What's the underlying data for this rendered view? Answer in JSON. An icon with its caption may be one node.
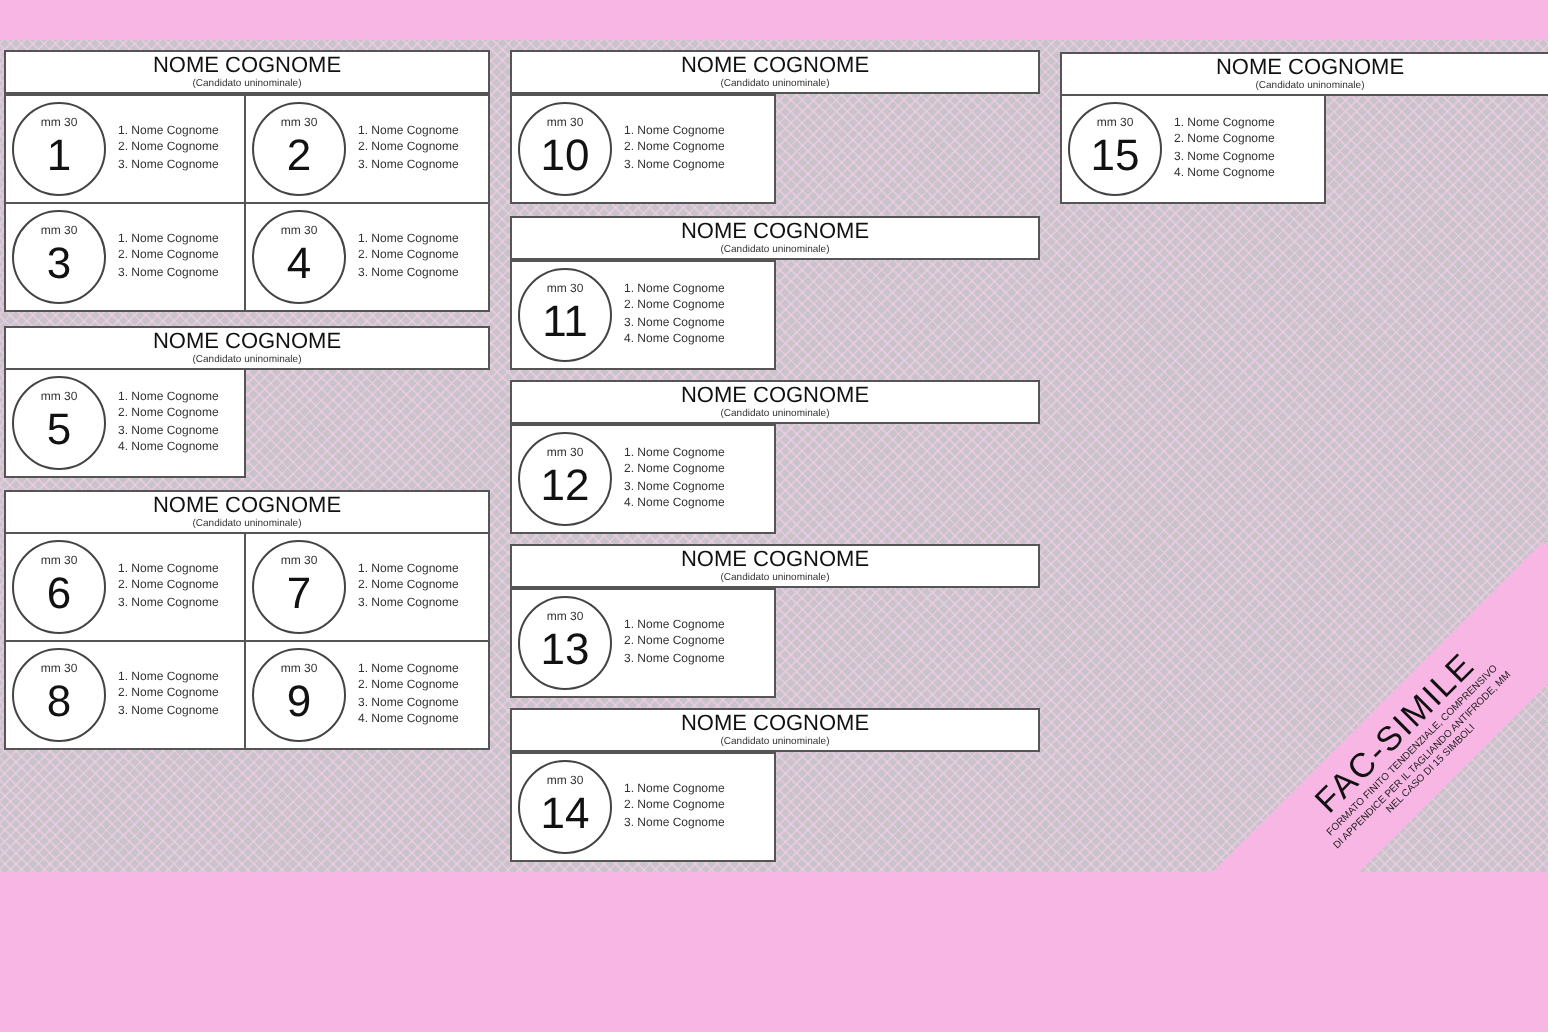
{
  "diagram": {
    "nodes": [
      {
        "text": [
          "NOME COGNOME",
          "(Candidato uninominale)"
        ]
      },
      {
        "text": [
          "1. Nome Cognome",
          "2. Nome Cognome",
          "3. Nome Cognome"
        ]
      },
      {
        "text": [
          "mm 30",
          "1"
        ],
        "in": 1
      },
      {
        "text": [
          "1. Nome Cognome",
          "2. Nome Cognome",
          "3. Nome Cognome"
        ]
      },
      {
        "text": [
          "mm 30",
          "2"
        ],
        "in": 3
      },
      {
        "text": [
          "1. Nome Cognome",
          "2. Nome Cognome",
          "3. Nome Cognome"
        ]
      },
      {
        "text": [
          "mm 30",
          "3"
        ],
        "in": 5
      },
      {
        "text": [
          "1. Nome Cognome",
          "2. Nome Cognome",
          "3. Nome Cognome"
        ]
      },
      {
        "text": [
          "mm 30",
          "4"
        ],
        "in": 7
      },
      {
        "text": [
          "NOME COGNOME",
          "(Candidato uninominale)"
        ]
      },
      {
        "text": [
          "1. Nome Cognome",
          "2. Nome Cognome",
          "3. Nome Cognome",
          "4. Nome Cognome"
        ]
      },
      {
        "text": [
          "mm 30",
          "5"
        ],
        "in": 10
      },
      {
        "text": [
          "NOME COGNOME",
          "(Candidato uninominale)"
        ]
      },
      {
        "text": [
          "1. Nome Cognome",
          "2. Nome Cognome",
          "3. Nome Cognome"
        ]
      },
      {
        "text": [
          "mm 30",
          "6"
        ],
        "in": 13
      },
      {
        "text": [
          "1. Nome Cognome",
          "2. Nome Cognome",
          "3. Nome Cognome"
        ]
      },
      {
        "text": [
          "mm 30",
          "7"
        ],
        "in": 15
      },
      {
        "text": [
          "1. Nome Cognome",
          "2. Nome Cognome",
          "3. Nome Cognome"
        ]
      },
      {
        "text": [
          "mm 30",
          "8"
        ],
        "in": 17
      },
      {
        "text": [
          "1. Nome Cognome",
          "2. Nome Cognome",
          "3. Nome Cognome",
          "4. Nome Cognome"
        ]
      },
      {
        "text": [
          "mm 30",
          "9"
        ],
        "in": 19
      },
      {
        "text": [
          "NOME COGNOME",
          "(Candidato uninominale)"
        ]
      },
      {
        "text": [
          "1. Nome Cognome",
          "2. Nome Cognome",
          "3. Nome Cognome"
        ]
      },
      {
        "text": [
          "mm 30",
          "10"
        ],
        "in": 22
      },
      {
        "text": [
          "NOME COGNOME",
          "(Candidato uninominale)"
        ]
      },
      {
        "text": [
          "1. Nome Cognome",
          "2. Nome Cognome",
          "3. Nome Cognome",
          "4. Nome Cognome"
        ]
      },
      {
        "text": [
          "mm 30",
          "11"
        ],
        "in": 25
      },
      {
        "text": [
          "NOME COGNOME",
          "(Candidato uninominale)"
        ]
      },
      {
        "text": [
          "1. Nome Cognome",
          "2. Nome Cognome",
          "3. Nome Cognome",
          "4. Nome Cognome"
        ]
      },
      {
        "text": [
          "mm 30",
          "12"
        ],
        "in": 28
      },
      {
        "text": [
          "NOME COGNOME",
          "(Candidato uninominale)"
        ]
      },
      {
        "text": [
          "1. Nome Cognome",
          "2. Nome Cognome",
          "3. Nome Cognome"
        ]
      },
      {
        "text": [
          "mm 30",
          "13"
        ],
        "in": 31
      },
      {
        "text": [
          "NOME COGNOME",
          "(Candidato uninominale)"
        ]
      },
      {
        "text": [
          "1. Nome Cognome",
          "2. Nome Cognome",
          "3. Nome Cognome"
        ]
      },
      {
        "text": [
          "mm 30",
          "14"
        ],
        "in": 34
      },
      {
        "text": [
          "NOME COGNOME",
          "(Candidato uninominale)"
        ]
      },
      {
        "text": [
          "1. Nome Cognome",
          "2. Nome Cognome",
          "3. Nome Cognome",
          "4. Nome Cognome"
        ]
      },
      {
        "text": [
          "mm 30",
          "15"
        ],
        "in": 37
      }
    ],
    "labels": [
      "FAC-SIMILE",
      "FORMATO FINITO TENDENZIALE, COMPRENSIVO",
      "DI APPENDICE PER IL TAGLIANDO ANTIFRODE, MM",
      "NEL CASO DI 15 SIMBOLI"
    ]
  }
}
